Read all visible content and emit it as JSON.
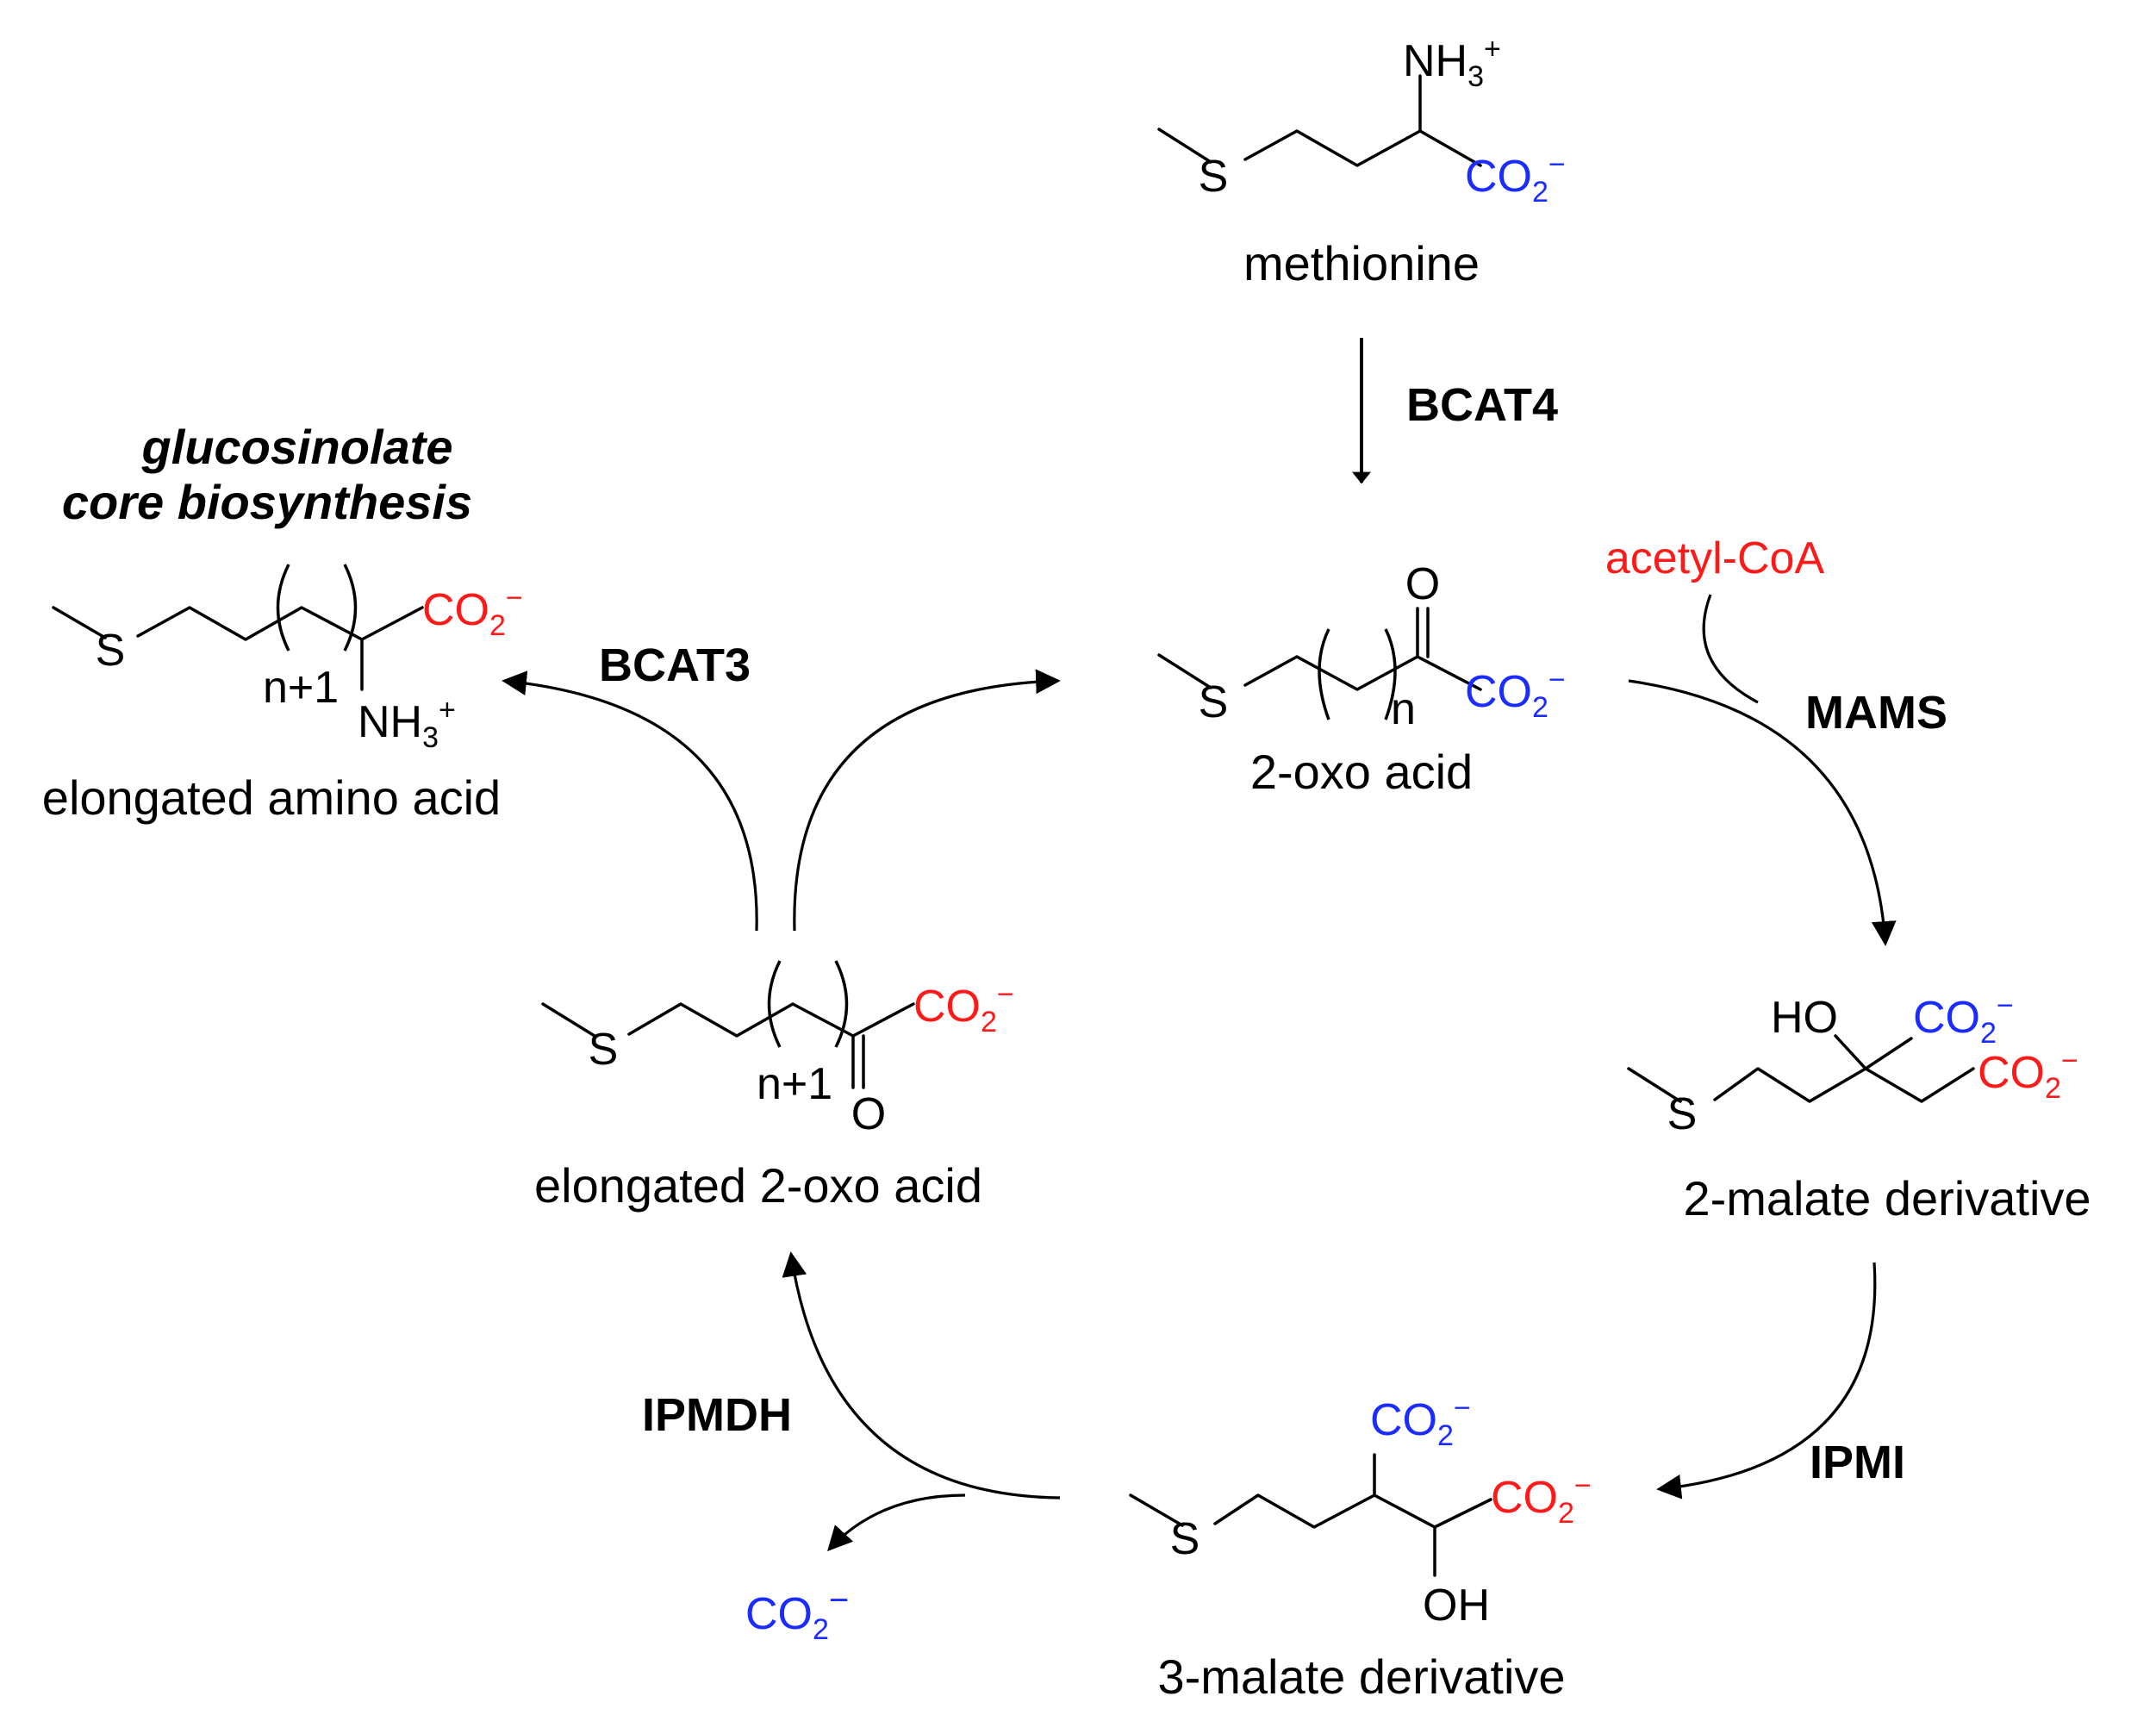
{
  "title": {
    "line1": "glucosinolate",
    "line2": "core biosynthesis"
  },
  "compounds": {
    "methionine": {
      "name": "methionine",
      "nh3": "NH",
      "nh3_sub": "3",
      "nh3_sup": "+",
      "co2": "CO",
      "co2_sub": "2",
      "co2_sup": "−",
      "s": "S"
    },
    "oxo_acid": {
      "name": "2-oxo acid",
      "o": "O",
      "n": "n",
      "co2": "CO",
      "co2_sub": "2",
      "co2_sup": "−",
      "s": "S"
    },
    "malate2": {
      "name": "2-malate derivative",
      "ho": "HO",
      "co2a": "CO",
      "co2a_sub": "2",
      "co2a_sup": "−",
      "co2b": "CO",
      "co2b_sub": "2",
      "co2b_sup": "−",
      "s": "S"
    },
    "malate3": {
      "name": "3-malate derivative",
      "oh": "OH",
      "co2a": "CO",
      "co2a_sub": "2",
      "co2a_sup": "−",
      "co2b": "CO",
      "co2b_sub": "2",
      "co2b_sup": "−",
      "s": "S"
    },
    "elongated_oxo": {
      "name": "elongated 2-oxo acid",
      "o": "O",
      "n": "n+1",
      "co2": "CO",
      "co2_sub": "2",
      "co2_sup": "−",
      "s": "S"
    },
    "elongated_amino": {
      "name": "elongated amino acid",
      "n": "n+1",
      "nh3": "NH",
      "nh3_sub": "3",
      "nh3_sup": "+",
      "co2": "CO",
      "co2_sub": "2",
      "co2_sup": "−",
      "s": "S"
    }
  },
  "byproducts": {
    "acetyl_coa": "acetyl-CoA",
    "co2_out": {
      "co2": "CO",
      "sub": "2",
      "sup": "−"
    }
  },
  "enzymes": {
    "bcat4": "BCAT4",
    "mams": "MAMS",
    "ipmi": "IPMI",
    "ipmdh": "IPMDH",
    "bcat3": "BCAT3"
  },
  "colors": {
    "blue": "#1a2cff",
    "red": "#ff1a1a",
    "black": "#000000"
  }
}
